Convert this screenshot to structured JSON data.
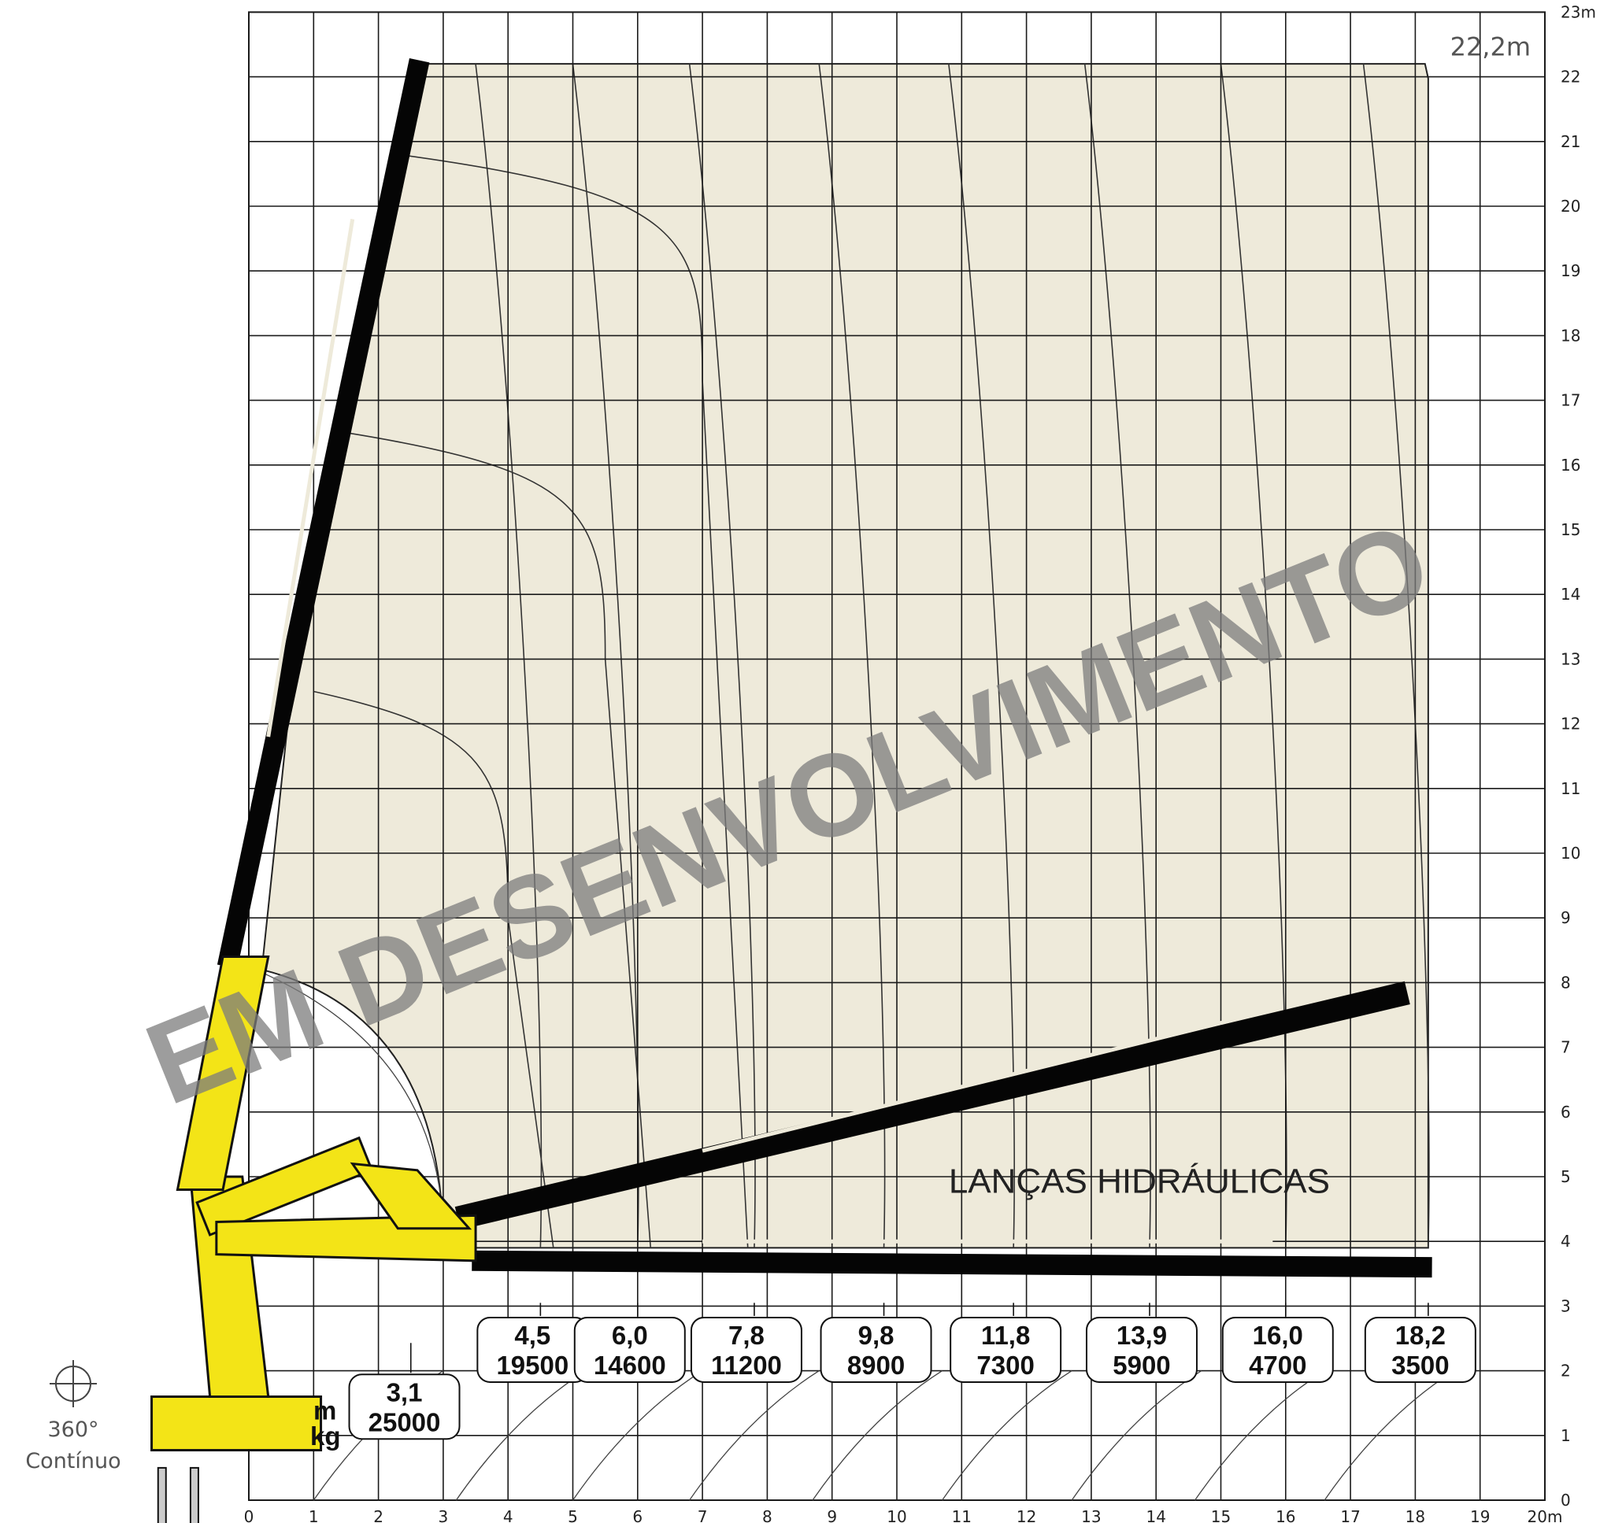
{
  "chart_data": {
    "type": "load chart",
    "title": "LANÇAS HIDRÁULICAS",
    "max_height_label": "22,2m",
    "x_axis": {
      "range": [
        0,
        20
      ],
      "ticks": [
        "0",
        "1",
        "2",
        "3",
        "4",
        "5",
        "6",
        "7",
        "8",
        "9",
        "10",
        "11",
        "12",
        "13",
        "14",
        "15",
        "16",
        "17",
        "18",
        "19",
        "20m"
      ]
    },
    "y_axis": {
      "range": [
        0,
        23
      ],
      "ticks": [
        "0",
        "1",
        "2",
        "3",
        "4",
        "5",
        "6",
        "7",
        "8",
        "9",
        "10",
        "11",
        "12",
        "13",
        "14",
        "15",
        "16",
        "17",
        "18",
        "19",
        "20",
        "21",
        "22",
        "23m"
      ]
    },
    "grid": true,
    "units": {
      "reach": "m",
      "load": "kg"
    },
    "capacities": [
      {
        "reach": "3,1",
        "load": "25000"
      },
      {
        "reach": "4,5",
        "load": "19500"
      },
      {
        "reach": "6,0",
        "load": "14600"
      },
      {
        "reach": "7,8",
        "load": "11200"
      },
      {
        "reach": "9,8",
        "load": "8900"
      },
      {
        "reach": "11,8",
        "load": "7300"
      },
      {
        "reach": "13,9",
        "load": "5900"
      },
      {
        "reach": "16,0",
        "load": "4700"
      },
      {
        "reach": "18,2",
        "load": "3500"
      }
    ],
    "envelope": {
      "max_reach": 18.2,
      "max_height": 22.2,
      "min_height": 3.9
    }
  },
  "rotation": {
    "angle": "360°",
    "mode": "Contínuo"
  },
  "watermark": "EM DESENVOLVIMENTO",
  "colors": {
    "envelope_fill": "#eeeada",
    "crane_yellow": "#f3e417",
    "boom_black": "#050505",
    "grid": "#1a1a1a",
    "watermark": "#7d7d7d"
  }
}
